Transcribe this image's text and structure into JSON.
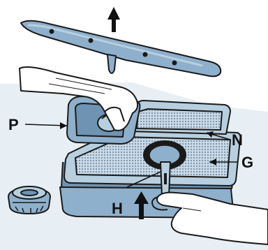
{
  "labels": {
    "p": "P",
    "n": "N",
    "g": "G",
    "h": "H"
  },
  "colors": {
    "part_fill": "#8fb0cc",
    "part_light": "#b8cfe0",
    "part_dark": "#6f93b3",
    "outline": "#1a1a1a",
    "hand_fill": "#ffffff",
    "background_shade": "#d4e2ec",
    "mesh_dot": "#4a6a88"
  }
}
